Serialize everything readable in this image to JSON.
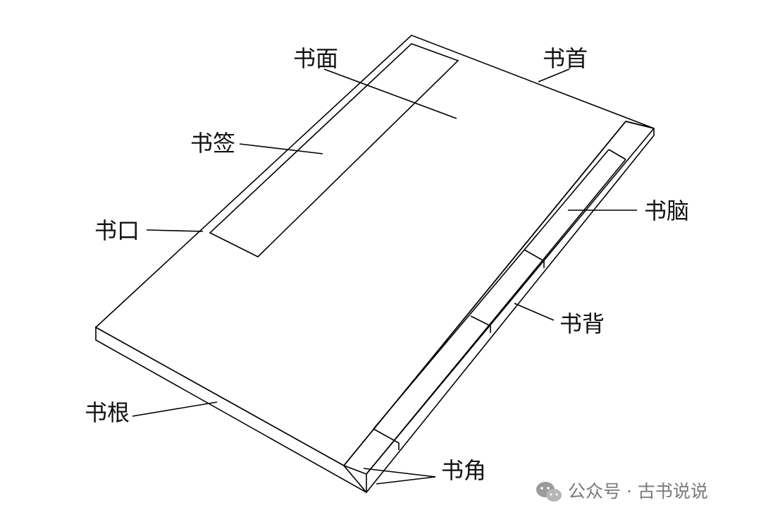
{
  "labels": {
    "cover": "书面",
    "head": "书首",
    "title_slip": "书签",
    "brain": "书脑",
    "fore_edge": "书口",
    "spine": "书背",
    "foot": "书根",
    "corner": "书角"
  },
  "watermark": {
    "text": "公众号 · 古书说说",
    "icon": "wechat-icon",
    "color": "#7a7a7a"
  }
}
